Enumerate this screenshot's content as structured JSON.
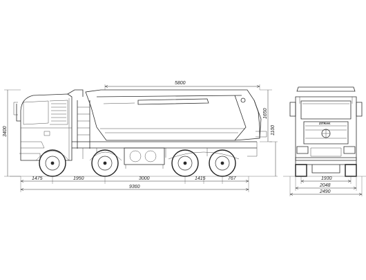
{
  "side_view": {
    "dims": {
      "body_length": "5800",
      "total_height": "3400",
      "body_height": "1650",
      "frame_height": "1100",
      "front_overhang": "1475",
      "wheelbase_1": "1950",
      "wheelbase_2": "3000",
      "wheelbase_3": "1415",
      "rear_overhang": "767",
      "total_length": "9360"
    }
  },
  "front_view": {
    "badge": "ZITRAK",
    "dims": {
      "track": "1930",
      "axle_width": "2048",
      "total_width": "2490"
    }
  }
}
